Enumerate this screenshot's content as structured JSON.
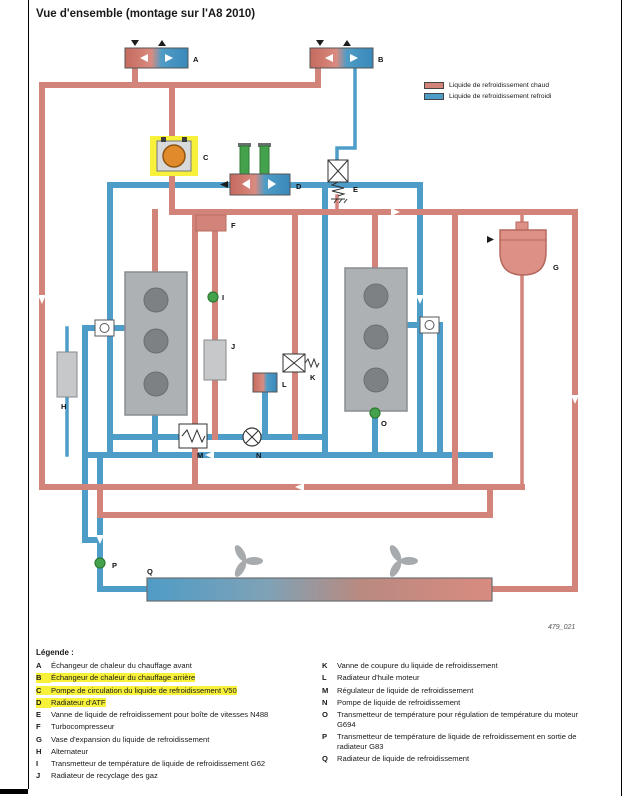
{
  "page": {
    "title": "Vue d'ensemble (montage sur l'A8 2010)",
    "figure_ref": "479_021"
  },
  "colors": {
    "hot": "#d2847b",
    "cold": "#4e9dc8",
    "highlight": "#f7f13a",
    "sensor_green": "#44a24c",
    "engine_gray": "#aeb1b4",
    "cylinder_gray": "#7e8184",
    "component_gray": "#c6c8ca"
  },
  "flow_legend": [
    {
      "label": "Liquide de refroidissement chaud",
      "color_key": "hot"
    },
    {
      "label": "Liquide de refroidissement refroidi",
      "color_key": "cold"
    }
  ],
  "diagram": {
    "markers": {
      "A": "A",
      "B": "B",
      "C": "C",
      "D": "D",
      "E": "E",
      "F": "F",
      "G": "G",
      "H": "H",
      "I": "I",
      "J": "J",
      "K": "K",
      "L": "L",
      "M": "M",
      "N": "N",
      "O": "O",
      "P": "P",
      "Q": "Q"
    }
  },
  "legend": {
    "heading": "Légende :",
    "columns": [
      {
        "items": [
          {
            "key": "A",
            "label": "Échangeur de chaleur du chauffage avant",
            "highlight": false
          },
          {
            "key": "B",
            "label": "Échangeur de chaleur du chauffage arrière",
            "highlight": true
          },
          {
            "key": "C",
            "label": "Pompe de circulation du liquide de refroidissement V50",
            "highlight": true
          },
          {
            "key": "D",
            "label": "Radiateur d'ATF",
            "highlight": true
          },
          {
            "key": "E",
            "label": "Vanne de liquide de refroidissement pour boîte de vitesses N488",
            "highlight": false
          },
          {
            "key": "F",
            "label": "Turbocompresseur",
            "highlight": false
          },
          {
            "key": "G",
            "label": "Vase d'expansion du liquide de refroidissement",
            "highlight": false
          },
          {
            "key": "H",
            "label": "Alternateur",
            "highlight": false
          },
          {
            "key": "I",
            "label": "Transmetteur de température de liquide de refroidissement G62",
            "highlight": false
          },
          {
            "key": "J",
            "label": "Radiateur de recyclage des gaz",
            "highlight": false
          }
        ]
      },
      {
        "items": [
          {
            "key": "K",
            "label": "Vanne de coupure du liquide de refroidissement",
            "highlight": false
          },
          {
            "key": "L",
            "label": "Radiateur d'huile moteur",
            "highlight": false
          },
          {
            "key": "M",
            "label": "Régulateur de liquide de refroidissement",
            "highlight": false
          },
          {
            "key": "N",
            "label": "Pompe de liquide de refroidissement",
            "highlight": false
          },
          {
            "key": "O",
            "label": "Transmetteur de température pour régulation de température du moteur G694",
            "highlight": false
          },
          {
            "key": "P",
            "label": "Transmetteur de température de liquide de refroidissement en sortie de radiateur G83",
            "highlight": false
          },
          {
            "key": "Q",
            "label": "Radiateur de liquide de refroidissement",
            "highlight": false
          }
        ]
      }
    ]
  }
}
